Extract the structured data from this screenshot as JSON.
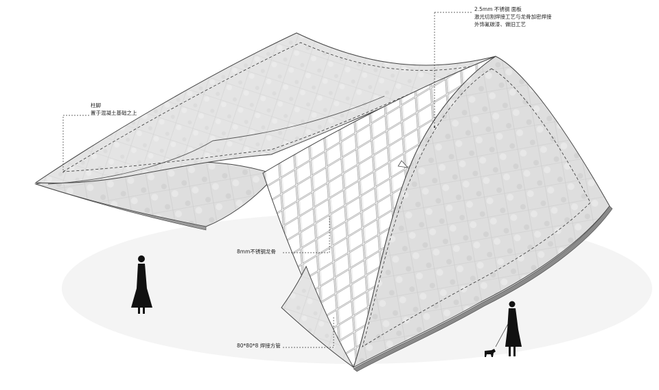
{
  "annotations": {
    "panel": {
      "lines": [
        "2.5mm 不锈钢 面板",
        "激光切割焊接工艺与龙骨加密焊接",
        "外饰氟碳漆、做旧工艺"
      ]
    },
    "column_foot": {
      "lines": [
        "柱脚",
        "置于混凝土基础之上"
      ]
    },
    "keel": {
      "lines": [
        "8mm不锈钢龙骨"
      ]
    },
    "tube": {
      "lines": [
        "80*80*8 焊接方管"
      ]
    }
  },
  "colors": {
    "panel_fill": "#e6e6e6",
    "panel_fill_dark": "#d4d4d4",
    "grid_fill": "#f7f7f7",
    "edge": "#444444",
    "figure": "#111111"
  },
  "icons": [
    "person-silhouette",
    "person-with-dog-silhouette"
  ]
}
